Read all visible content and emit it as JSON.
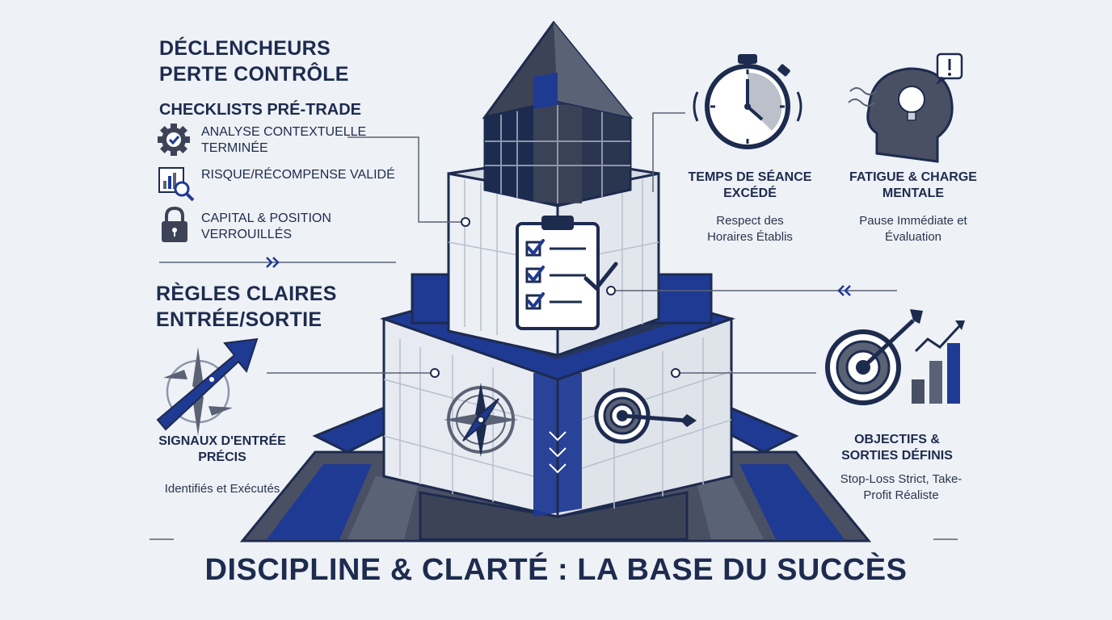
{
  "left": {
    "title": "DÉCLENCHEURS PERTE CONTRÔLE",
    "checklist_title": "CHECKLISTS PRÉ-TRADE",
    "items": [
      {
        "label": "ANALYSE CONTEXTUELLE TERMINÉE",
        "icon": "gear-check-icon"
      },
      {
        "label": "RISQUE/RÉCOMPENSE VALIDÉ",
        "icon": "chart-magnifier-icon"
      },
      {
        "label": "CAPITAL & POSITION VERROUILLÉS",
        "icon": "padlock-icon"
      }
    ],
    "rules_title": "RÈGLES CLAIRES ENTRÉE/SORTIE",
    "signals_title": "SIGNAUX D'ENTRÉE PRÉCIS",
    "signals_sub": "Identifiés et Exécutés"
  },
  "right": {
    "time_title": "TEMPS DE SÉANCE EXCÉDÉ",
    "time_sub": "Respect des Horaires Établis",
    "fatigue_title": "FATIGUE & CHARGE MENTALE",
    "fatigue_sub": "Pause Immédiate et Évaluation",
    "objectives_title": "OBJECTIFS & SORTIES DÉFINIS",
    "objectives_sub": "Stop-Loss Strict, Take-Profit Réaliste"
  },
  "footer": "DISCIPLINE & CLARTÉ : LA BASE DU SUCCÈS",
  "colors": {
    "navy": "#1d2b4f",
    "royal": "#1f3a93",
    "slate": "#5a6275",
    "light": "#e4e8ef",
    "bg": "#eef1f5"
  }
}
